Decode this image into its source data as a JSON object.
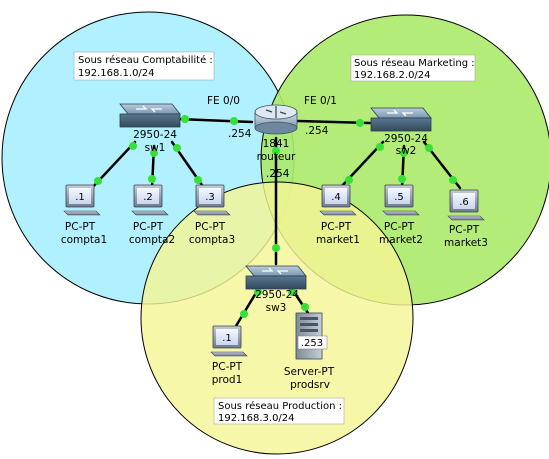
{
  "colors": {
    "comptabilite": "#a8f0ff",
    "marketing": "#acea6a",
    "production": "#f4f596",
    "outline": "#000000",
    "link": "#000000",
    "link_light": "#37e037"
  },
  "subnets": {
    "comptabilite": {
      "title": "Sous réseau Comptabilité :",
      "address": "192.168.1.0/24"
    },
    "marketing": {
      "title": "Sous réseau Marketing :",
      "address": "192.168.2.0/24"
    },
    "production": {
      "title": "Sous réseau Production :",
      "address": "192.168.3.0/24"
    }
  },
  "router": {
    "model": "1841",
    "name": "routeur",
    "port_left": "FE 0/0",
    "port_right": "FE 0/1",
    "ip_left": ".254",
    "ip_right": ".254",
    "ip_bottom": ".254"
  },
  "switches": {
    "sw1": {
      "model": "2950-24",
      "name": "sw1"
    },
    "sw2": {
      "model": "2950-24",
      "name": "sw2"
    },
    "sw3": {
      "model": "2950-24",
      "name": "sw3"
    }
  },
  "hosts": {
    "compta1": {
      "type": "PC-PT",
      "name": "compta1",
      "ip": ".1"
    },
    "compta2": {
      "type": "PC-PT",
      "name": "compta2",
      "ip": ".2"
    },
    "compta3": {
      "type": "PC-PT",
      "name": "compta3",
      "ip": ".3"
    },
    "market1": {
      "type": "PC-PT",
      "name": "market1",
      "ip": ".4"
    },
    "market2": {
      "type": "PC-PT",
      "name": "market2",
      "ip": ".5"
    },
    "market3": {
      "type": "PC-PT",
      "name": "market3",
      "ip": ".6"
    },
    "prod1": {
      "type": "PC-PT",
      "name": "prod1",
      "ip": ".1"
    },
    "prodsrv": {
      "type": "Server-PT",
      "name": "prodsrv",
      "ip": ".253"
    }
  }
}
